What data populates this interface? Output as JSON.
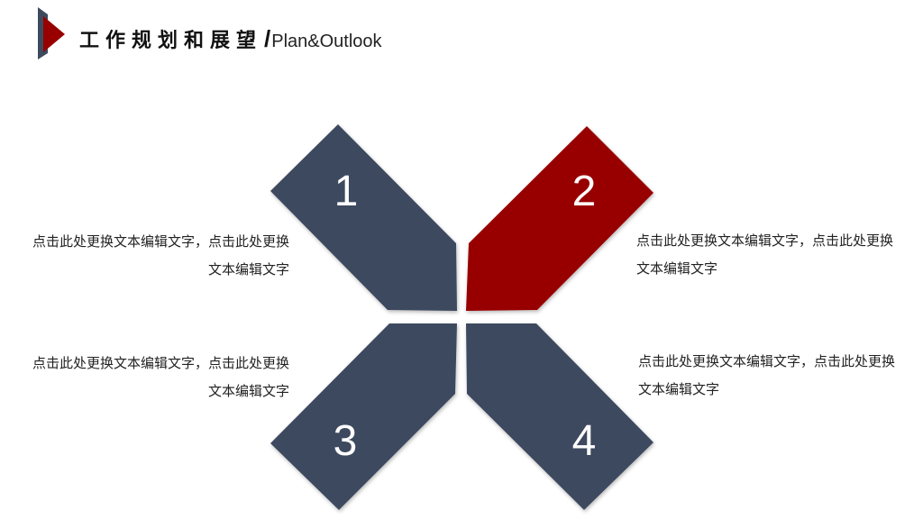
{
  "header": {
    "title_cn": "工作规划和展望",
    "slash": "/",
    "title_en": "Plan&Outlook"
  },
  "colors": {
    "accent": "#980000",
    "panel": "#3d4a5e",
    "text": "#222222"
  },
  "items": [
    {
      "number": "1",
      "text": "点击此处更换文本编辑文字，点击此处更换文本编辑文字",
      "color": "#3d4a5e"
    },
    {
      "number": "2",
      "text": "点击此处更换文本编辑文字，点击此处更换文本编辑文字",
      "color": "#980000"
    },
    {
      "number": "3",
      "text": "点击此处更换文本编辑文字，点击此处更换文本编辑文字",
      "color": "#3d4a5e"
    },
    {
      "number": "4",
      "text": "点击此处更换文本编辑文字，点击此处更换文本编辑文字",
      "color": "#3d4a5e"
    }
  ]
}
